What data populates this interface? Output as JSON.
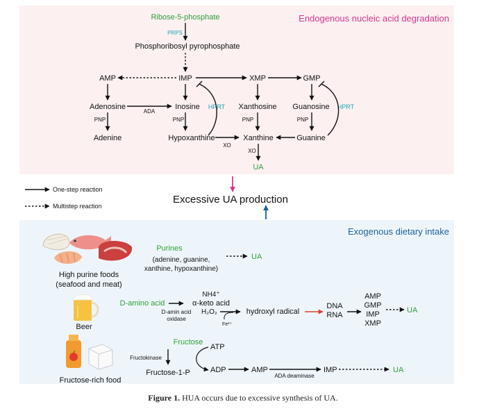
{
  "colors": {
    "green": "#2e9e3a",
    "teal": "#1fa3b5",
    "pink": "#d6398f",
    "blue": "#1b5f99",
    "red": "#d84030",
    "black": "#111111",
    "endo_bg": "#fcf0f1",
    "exo_bg": "#eef5fa"
  },
  "endogenous": {
    "title": "Endogenous nucleic acid degradation",
    "ribose": "Ribose-5-phosphate",
    "prps": "PRPS",
    "prpp": "Phosphoribosyl pyrophosphate",
    "imp": "IMP",
    "amp": "AMP",
    "xmp": "XMP",
    "gmp": "GMP",
    "adenosine": "Adenosine",
    "ada": "ADA",
    "inosine": "Inosine",
    "hprt1": "HPRT",
    "xanthosine": "Xanthosine",
    "guanosine": "Guanosine",
    "hprt2": "HPRT",
    "pnp1": "PNP",
    "pnp2": "PNP",
    "pnp3": "PNP",
    "pnp4": "PNP",
    "adenine": "Adenine",
    "hypoxanthine": "Hypoxanthine",
    "xo1": "XO",
    "xanthine": "Xanthine",
    "guanine": "Guanine",
    "xo2": "XO",
    "ua": "UA"
  },
  "legend": {
    "one_step": "One-step reaction",
    "multistep": "Multistep reaction"
  },
  "center_label": "Excessive UA production",
  "exogenous": {
    "title": "Exogenous dietary intake",
    "food1_line1": "High purine foods",
    "food1_line2": "(seafood and meat)",
    "purines": "Purines",
    "purines_line2": "(adenine, guanine,",
    "purines_line3": "xanthine, hypoxanthine)",
    "ua1": "UA",
    "beer": "Beer",
    "d_amino_acid": "D-amino acid",
    "nh4": "NH4⁺",
    "alpha_keto": "α-keto acid",
    "enzyme1_line1": "D-amin acid",
    "enzyme1_line2": "oxidase",
    "h2o2": "H₂O₂",
    "fe": "Fe²⁺",
    "hydroxyl": "hydroxyl radical",
    "dna": "DNA",
    "rna": "RNA",
    "nucleotides": [
      "AMP",
      "GMP",
      "IMP",
      "XMP"
    ],
    "ua2": "UA",
    "fructose": "Fructose",
    "fructokinase": "Fructokinase",
    "f1p": "Fructose-1-P",
    "atp": "ATP",
    "adp": "ADP",
    "amp": "AMP",
    "ada_deaminase": "ADA deaminase",
    "imp": "IMP",
    "ua3": "UA",
    "food3": "Fructose-rich food"
  },
  "caption": {
    "label": "Figure 1.",
    "text": "HUA occurs due to excessive synthesis of UA."
  }
}
